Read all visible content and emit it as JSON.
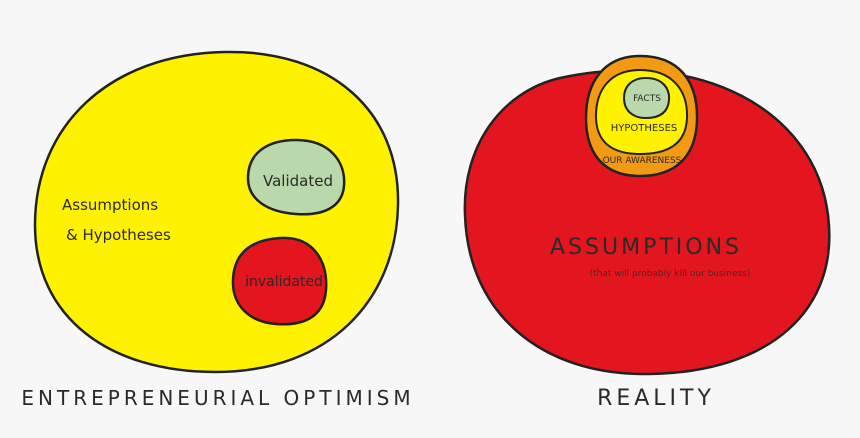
{
  "left": {
    "circle_color": "#fff200",
    "assumptions_line1": "Assumptions",
    "assumptions_line2": "& Hypotheses",
    "validated_label": "Validated",
    "validated_color": "#b9d9ad",
    "invalidated_label": "invalidated",
    "invalidated_color": "#e3151f",
    "caption": "ENTREPRENEURIAL OPTIMISM"
  },
  "right": {
    "circle_color": "#e3151f",
    "awareness_color": "#f39a14",
    "hypotheses_color": "#fff200",
    "facts_color": "#b9d9ad",
    "facts_label": "FACTS",
    "hypotheses_label": "HYPOTHESES",
    "awareness_label": "OUR AWARENESS",
    "assumptions_label": "ASSUMPTIONS",
    "assumptions_sub": "(that will probably kill our business)",
    "caption": "REALITY"
  }
}
